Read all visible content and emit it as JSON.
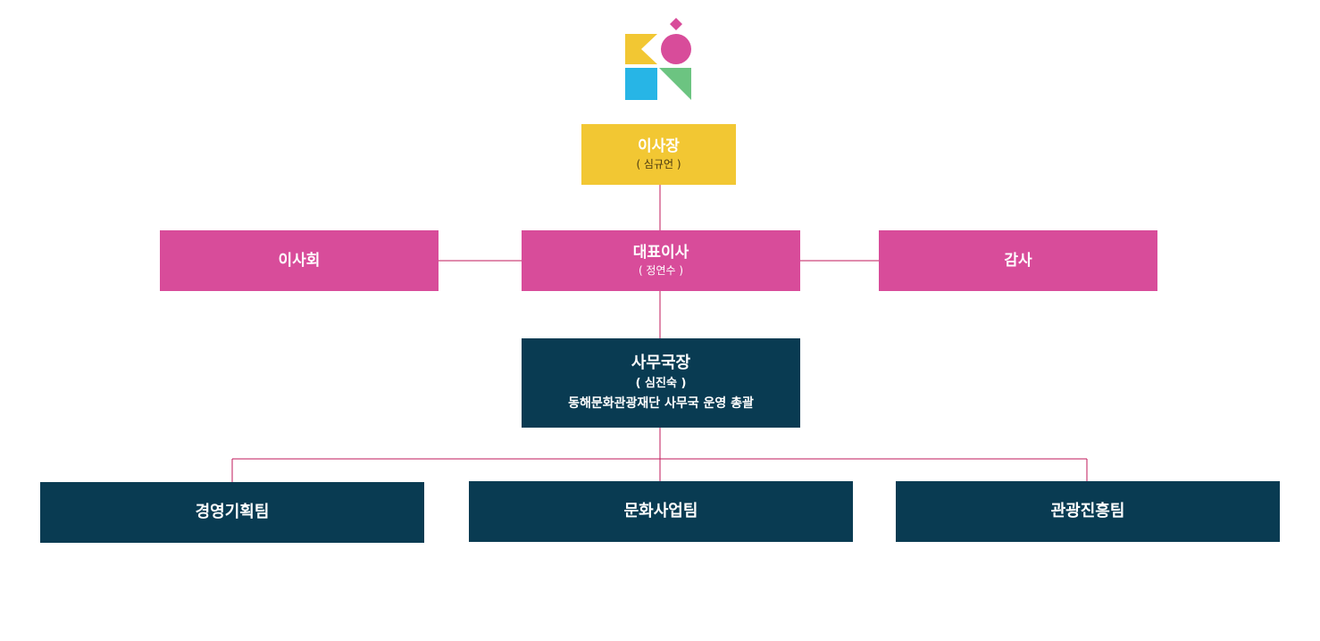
{
  "chairman": {
    "title": "이사장",
    "name": "( 심규언 )"
  },
  "board": {
    "title": "이사회"
  },
  "ceo": {
    "title": "대표이사",
    "name": "( 정연수 )"
  },
  "auditor": {
    "title": "감사"
  },
  "secretary_general": {
    "title": "사무국장",
    "name": "( 심진숙 )",
    "description": "동해문화관광재단 사무국 운영 총괄"
  },
  "teams": [
    {
      "title": "경영기획팀"
    },
    {
      "title": "문화사업팀"
    },
    {
      "title": "관광진흥팀"
    }
  ],
  "colors": {
    "chairman": "#f2c733",
    "executive": "#d84c9a",
    "staff": "#093b52",
    "connector": "#c2185b"
  }
}
